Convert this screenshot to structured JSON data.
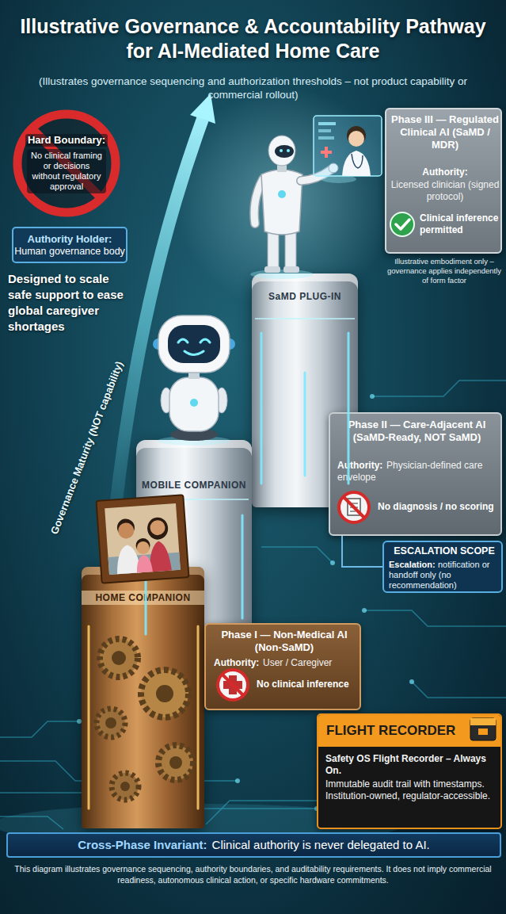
{
  "diagram": {
    "title": "Illustrative Governance & Accountability Pathway for AI-Mediated Home Care",
    "caption": "This diagram illustrates governance sequencing, authority boundaries, and auditability requirements. It does not imply commercial readiness, autonomous clinical action, or specific hardware commitments.",
    "nodes": [
      {
        "text": [
          "Hard Boundary:",
          "No clinical framing or decisions without regulatory approval"
        ]
      },
      {
        "text": [
          "Authority Holder:",
          "Human governance body"
        ]
      },
      {
        "text": [
          "Phase III — Regulated Clinical AI (SaMD / MDR)",
          "Authority:",
          "Licensed clinician (signed protocol)",
          "Clinical inference permitted"
        ]
      },
      {
        "text": [
          "SaMD PLUG-IN"
        ]
      },
      {
        "text": [
          "MOBILE COMPANION"
        ]
      },
      {
        "text": [
          "Phase II — Care-Adjacent AI (SaMD-Ready, NOT SaMD)",
          "Authority:",
          "Physician-defined care envelope",
          "No diagnosis / no scoring"
        ]
      },
      {
        "text": [
          "ESCALATION SCOPE",
          "Escalation:",
          "notification or handoff only (no recommendation)"
        ]
      },
      {
        "text": [
          "HOME COMPANION"
        ]
      },
      {
        "text": [
          "Phase I — Non-Medical AI (Non-SaMD)",
          "Authority:",
          "User / Caregiver",
          "No clinical inference"
        ]
      },
      {
        "text": [
          "FLIGHT RECORDER",
          "Safety OS Flight Recorder – Always On.",
          "Immutable audit trail with timestamps. Institution-owned, regulator-accessible."
        ]
      },
      {
        "text": [
          "Cross-Phase Invariant:",
          "Clinical authority is never delegated to AI."
        ]
      }
    ],
    "edges": [
      {
        "from": 5,
        "to": 6,
        "arrow": "none"
      }
    ],
    "labels": [
      "(Illustrates governance sequencing and authorization thresholds – not product capability or commercial rollout)",
      "Designed to scale safe support to ease global caregiver shortages",
      "Governance Maturity (NOT capability)",
      "Illustrative embodiment only – governance applies independently of form factor"
    ]
  }
}
